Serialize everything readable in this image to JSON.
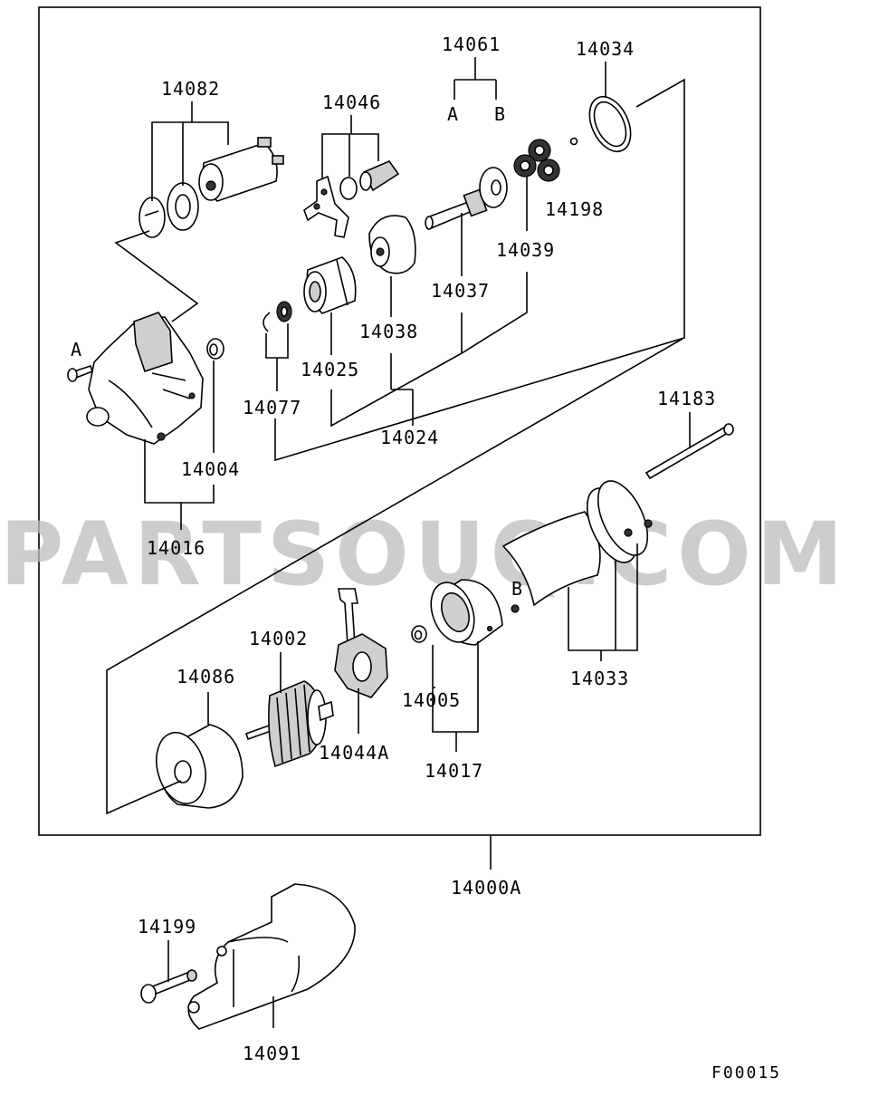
{
  "watermark": "PARTSOUQ.COM",
  "footer_code": "F00015",
  "labels": {
    "p14061": "14061",
    "p14061_a": "A",
    "p14061_b": "B",
    "p14034": "14034",
    "p14082": "14082",
    "p14046": "14046",
    "p14198": "14198",
    "p14039": "14039",
    "p14037": "14037",
    "p14038": "14038",
    "p14025": "14025",
    "p14077": "14077",
    "p14024": "14024",
    "p14004": "14004",
    "p14016": "14016",
    "p14183": "14183",
    "p14002": "14002",
    "p14086": "14086",
    "p14044a": "14044A",
    "p14005": "14005",
    "p14017": "14017",
    "p14033": "14033",
    "p14000a": "14000A",
    "p14199": "14199",
    "p14091": "14091",
    "marker_a": "A",
    "marker_b": "B"
  }
}
